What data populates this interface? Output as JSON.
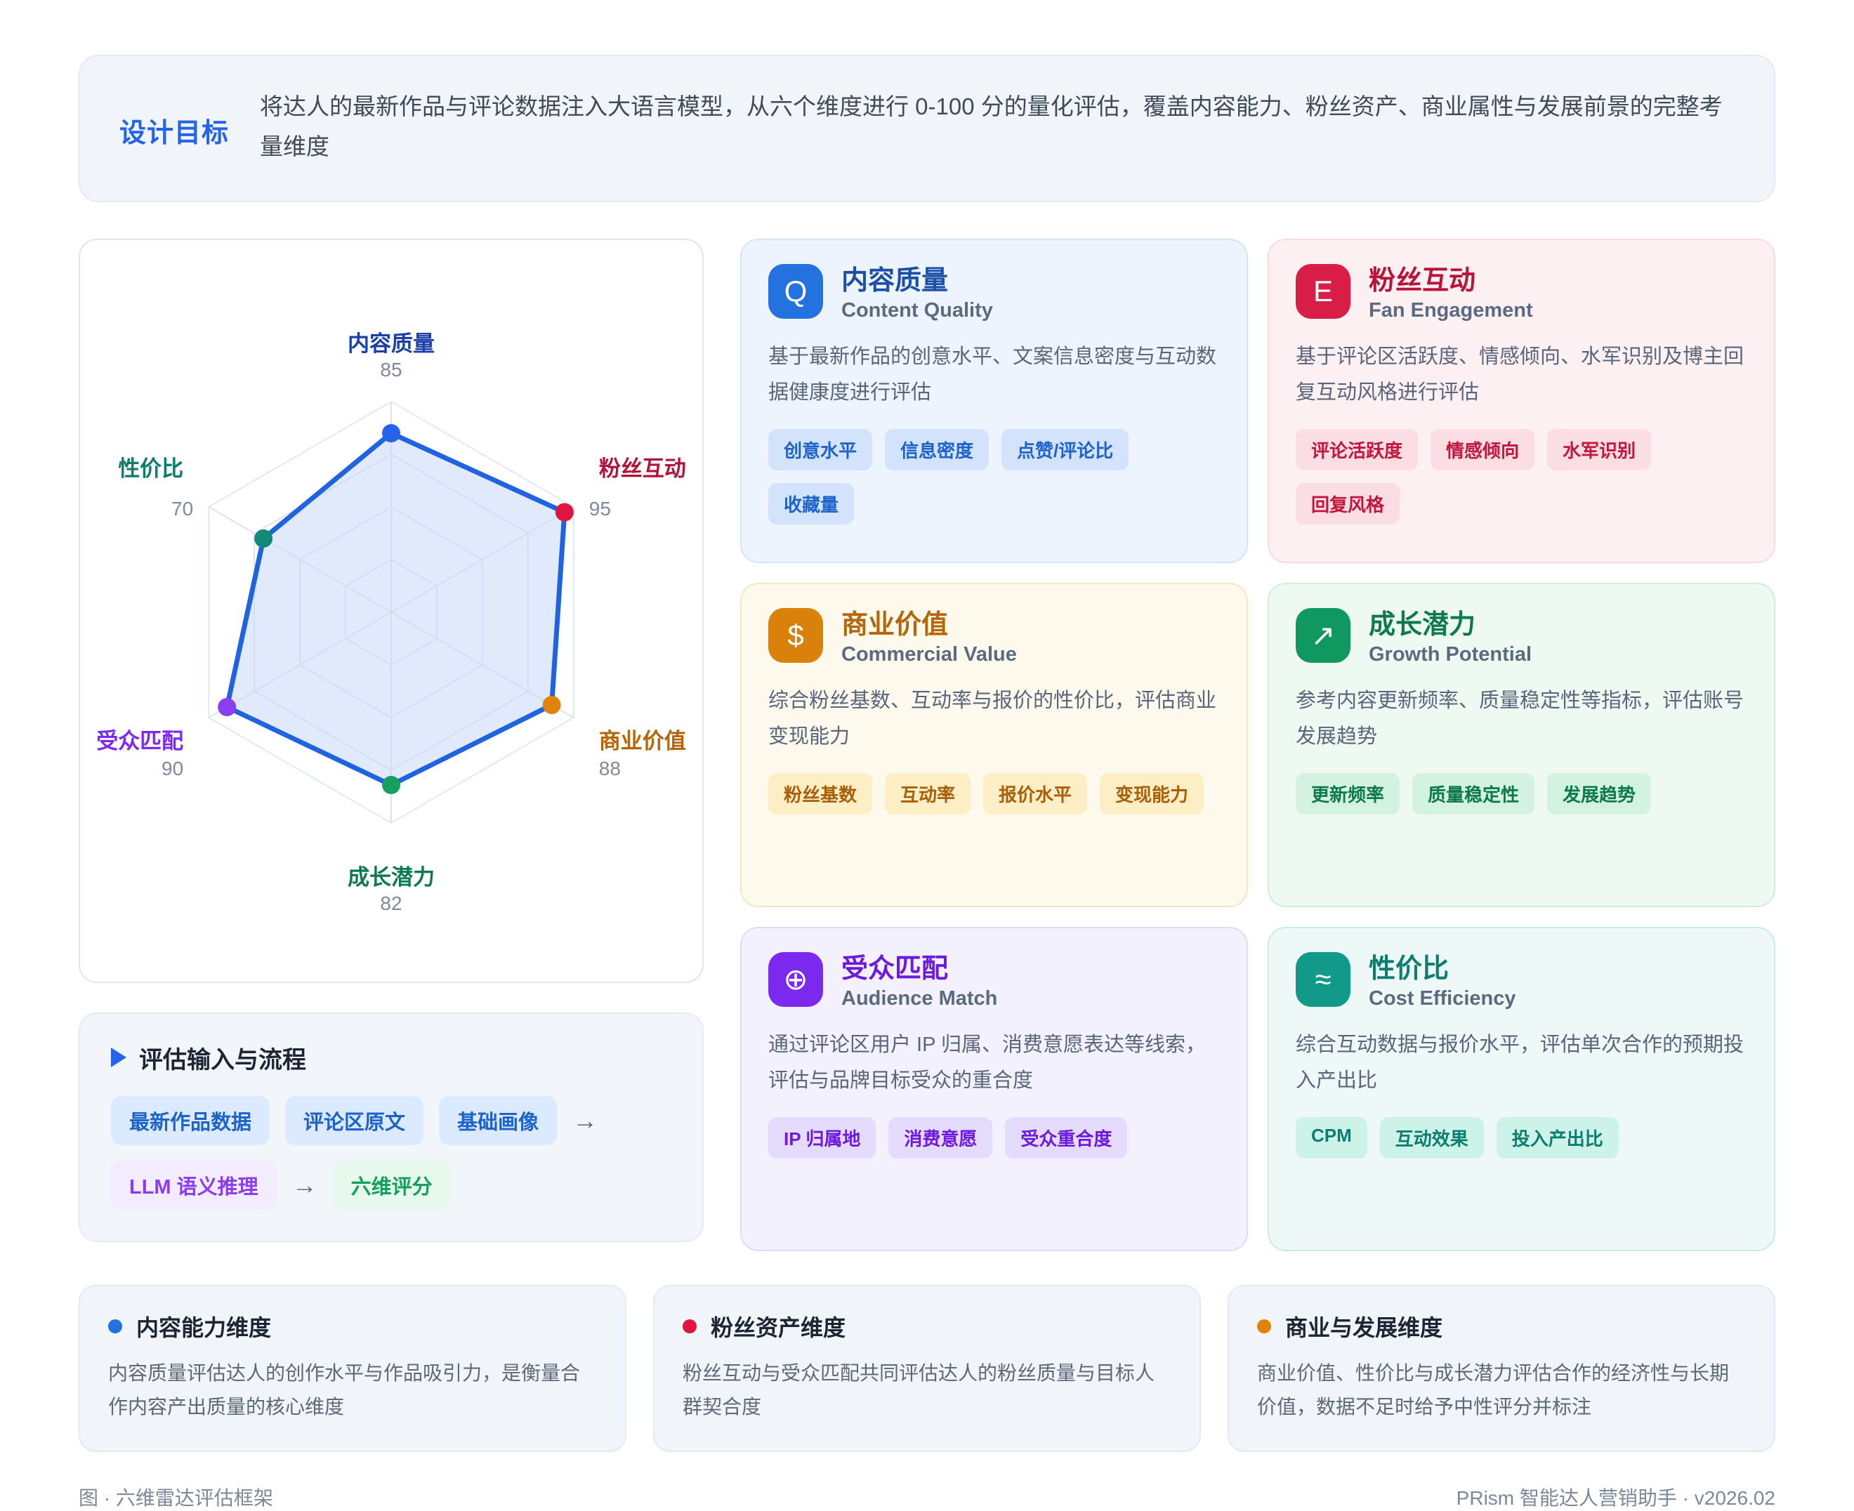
{
  "goal": {
    "label": "设计目标",
    "text": "将达人的最新作品与评论数据注入大语言模型，从六个维度进行 0-100 分的量化评估，覆盖内容能力、粉丝资产、商业属性与发展前景的完整考量维度"
  },
  "chart_data": {
    "type": "radar",
    "title": "六维雷达评估框架",
    "axis_range": [
      0,
      100
    ],
    "grid": true,
    "rings": 4,
    "legend_position": "none",
    "categories": [
      "内容质量",
      "粉丝互动",
      "商业价值",
      "成长潜力",
      "受众匹配",
      "性价比"
    ],
    "values": [
      85,
      95,
      88,
      82,
      90,
      70
    ],
    "point_colors": [
      "#2563eb",
      "#e0153f",
      "#e08308",
      "#17a05e",
      "#8b3df0",
      "#12897a"
    ],
    "label_colors": [
      "#1b3fa8",
      "#b31338",
      "#b5650a",
      "#0c7a4c",
      "#7b28ef",
      "#0f7a6d"
    ],
    "fill_color": "#c9d8f5",
    "line_color": "#1f63e0",
    "labels": [
      {
        "name": "内容质量",
        "value": "85"
      },
      {
        "name": "粉丝互动",
        "value": "95"
      },
      {
        "name": "商业价值",
        "value": "88"
      },
      {
        "name": "成长潜力",
        "value": "82"
      },
      {
        "name": "受众匹配",
        "value": "90"
      },
      {
        "name": "性价比",
        "value": "70"
      }
    ]
  },
  "flow": {
    "title": "评估输入与流程",
    "row1": [
      {
        "label": "最新作品数据",
        "style": "chip-blue"
      },
      {
        "label": "评论区原文",
        "style": "chip-blue"
      },
      {
        "label": "基础画像",
        "style": "chip-blue"
      }
    ],
    "arrow1": "→",
    "row2": [
      {
        "label": "LLM 语义推理",
        "style": "chip-purple"
      },
      {
        "label": "六维评分",
        "style": "chip-green"
      }
    ],
    "arrow2": "→"
  },
  "cards": [
    {
      "icon_glyph": "Q",
      "title_cn": "内容质量",
      "title_en": "Content Quality",
      "desc": "基于最新作品的创意水平、文案信息密度与互动数据健康度进行评估",
      "tags": [
        "创意水平",
        "信息密度",
        "点赞/评论比",
        "收藏量"
      ],
      "theme": "t-blue",
      "accent": "#2472e0"
    },
    {
      "icon_glyph": "E",
      "title_cn": "粉丝互动",
      "title_en": "Fan Engagement",
      "desc": "基于评论区活跃度、情感倾向、水军识别及博主回复互动风格进行评估",
      "tags": [
        "评论活跃度",
        "情感倾向",
        "水军识别",
        "回复风格"
      ],
      "theme": "t-red",
      "accent": "#d81d47"
    },
    {
      "icon_glyph": "$",
      "title_cn": "商业价值",
      "title_en": "Commercial Value",
      "desc": "综合粉丝基数、互动率与报价的性价比，评估商业变现能力",
      "tags": [
        "粉丝基数",
        "互动率",
        "报价水平",
        "变现能力"
      ],
      "theme": "t-amber",
      "accent": "#d9810a"
    },
    {
      "icon_glyph": "↗",
      "title_cn": "成长潜力",
      "title_en": "Growth Potential",
      "desc": "参考内容更新频率、质量稳定性等指标，评估账号发展趋势",
      "tags": [
        "更新频率",
        "质量稳定性",
        "发展趋势"
      ],
      "theme": "t-green",
      "accent": "#0f9960"
    },
    {
      "icon_glyph": "⊕",
      "title_cn": "受众匹配",
      "title_en": "Audience Match",
      "desc": "通过评论区用户 IP 归属、消费意愿表达等线索，评估与品牌目标受众的重合度",
      "tags": [
        "IP 归属地",
        "消费意愿",
        "受众重合度"
      ],
      "theme": "t-purple",
      "accent": "#7b28ef"
    },
    {
      "icon_glyph": "≈",
      "title_cn": "性价比",
      "title_en": "Cost Efficiency",
      "desc": "综合互动数据与报价水平，评估单次合作的预期投入产出比",
      "tags": [
        "CPM",
        "互动效果",
        "投入产出比"
      ],
      "theme": "t-teal",
      "accent": "#11998a"
    }
  ],
  "summaries": [
    {
      "dot_color": "#2472e0",
      "title": "内容能力维度",
      "desc": "内容质量评估达人的创作水平与作品吸引力，是衡量合作内容产出质量的核心维度"
    },
    {
      "dot_color": "#e0153f",
      "title": "粉丝资产维度",
      "desc": "粉丝互动与受众匹配共同评估达人的粉丝质量与目标人群契合度"
    },
    {
      "dot_color": "#e08308",
      "title": "商业与发展维度",
      "desc": "商业价值、性价比与成长潜力评估合作的经济性与长期价值，数据不足时给予中性评分并标注"
    }
  ],
  "footer": {
    "left": "图 · 六维雷达评估框架",
    "right": "PRism 智能达人营销助手 · v2026.02"
  }
}
